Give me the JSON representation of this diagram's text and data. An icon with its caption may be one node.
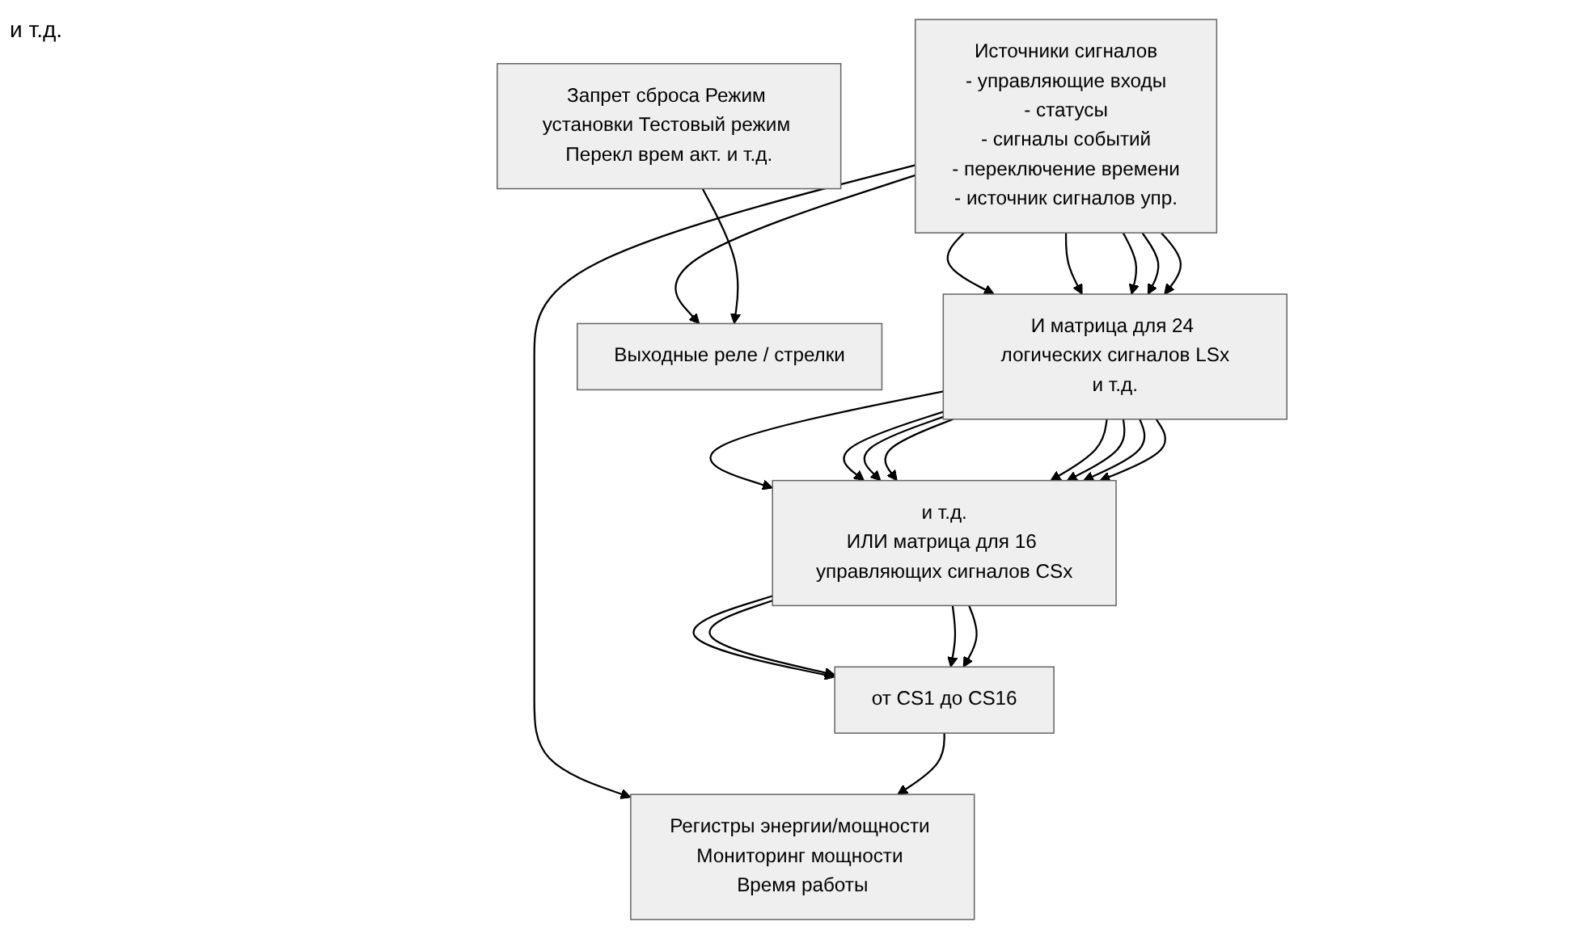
{
  "diagram": {
    "nodes": [
      {
        "text": [
          "Источники сигналов",
          "- управляющие входы",
          "- статусы",
          "- сигналы событий",
          "- переключение времени",
          "- источник сигналов упр."
        ]
      },
      {
        "text": [
          "И матрица для 24 логических сигналов LSx",
          "и т.д."
        ]
      },
      {
        "text": [
          "и т.д.",
          "ИЛИ матрица для 16 управляющих сигналов CSx"
        ]
      },
      {
        "text": [
          "от CS1 до CS16"
        ]
      },
      {
        "text": [
          "Регистры энергии/мощности Мониторинг мощности Время работы"
        ]
      },
      {
        "text": [
          "Выходные реле / стрелки"
        ]
      },
      {
        "text": [
          "Запрет сброса Режим установки Тестовый режим Перекл врем акт. и т.д."
        ]
      }
    ],
    "edges": [
      {
        "from": 0,
        "to": 1,
        "arrow": "to"
      },
      {
        "from": 0,
        "to": 1,
        "arrow": "to"
      },
      {
        "from": 0,
        "to": 1,
        "arrow": "to"
      },
      {
        "from": 0,
        "to": 1,
        "arrow": "to"
      },
      {
        "from": 0,
        "to": 1,
        "arrow": "to"
      },
      {
        "from": 1,
        "to": 2,
        "arrow": "to"
      },
      {
        "from": 1,
        "to": 2,
        "arrow": "to"
      },
      {
        "from": 1,
        "to": 2,
        "arrow": "to"
      },
      {
        "from": 1,
        "to": 2,
        "arrow": "to"
      },
      {
        "from": 1,
        "to": 2,
        "arrow": "to"
      },
      {
        "from": 1,
        "to": 2,
        "arrow": "to"
      },
      {
        "from": 1,
        "to": 2,
        "arrow": "to"
      },
      {
        "from": 1,
        "to": 2,
        "arrow": "to"
      },
      {
        "from": 2,
        "to": 3,
        "arrow": "to"
      },
      {
        "from": 2,
        "to": 3,
        "arrow": "to"
      },
      {
        "from": 2,
        "to": 3,
        "arrow": "to"
      },
      {
        "from": 2,
        "to": 3,
        "arrow": "to"
      },
      {
        "from": 0,
        "to": 4,
        "arrow": "to"
      },
      {
        "from": 3,
        "to": 4,
        "arrow": "to"
      },
      {
        "from": 0,
        "to": 5,
        "arrow": "to"
      },
      {
        "from": 6,
        "to": 5,
        "arrow": "to"
      }
    ],
    "labels": [
      "и т.д."
    ]
  }
}
